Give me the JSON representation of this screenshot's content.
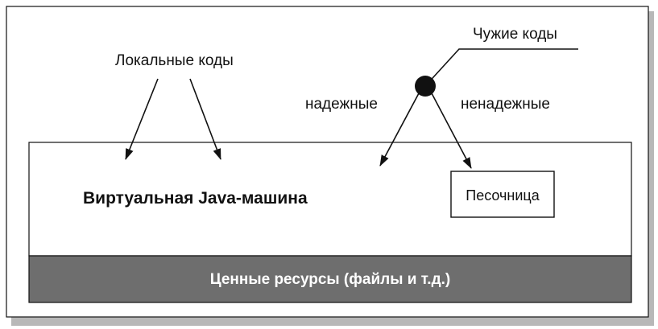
{
  "labels": {
    "local_codes": "Локальные коды",
    "foreign_codes": "Чужие коды",
    "trusted": "надежные",
    "untrusted": "ненадежные",
    "jvm": "Виртуальная Java-машина",
    "sandbox": "Песочница",
    "resources": "Ценные ресурсы (файлы и т.д.)"
  },
  "colors": {
    "resources_fill": "#6e6e6e",
    "resources_text": "#ffffff",
    "shadow": "#b8b8b8",
    "line": "#111111",
    "background": "#ffffff"
  }
}
